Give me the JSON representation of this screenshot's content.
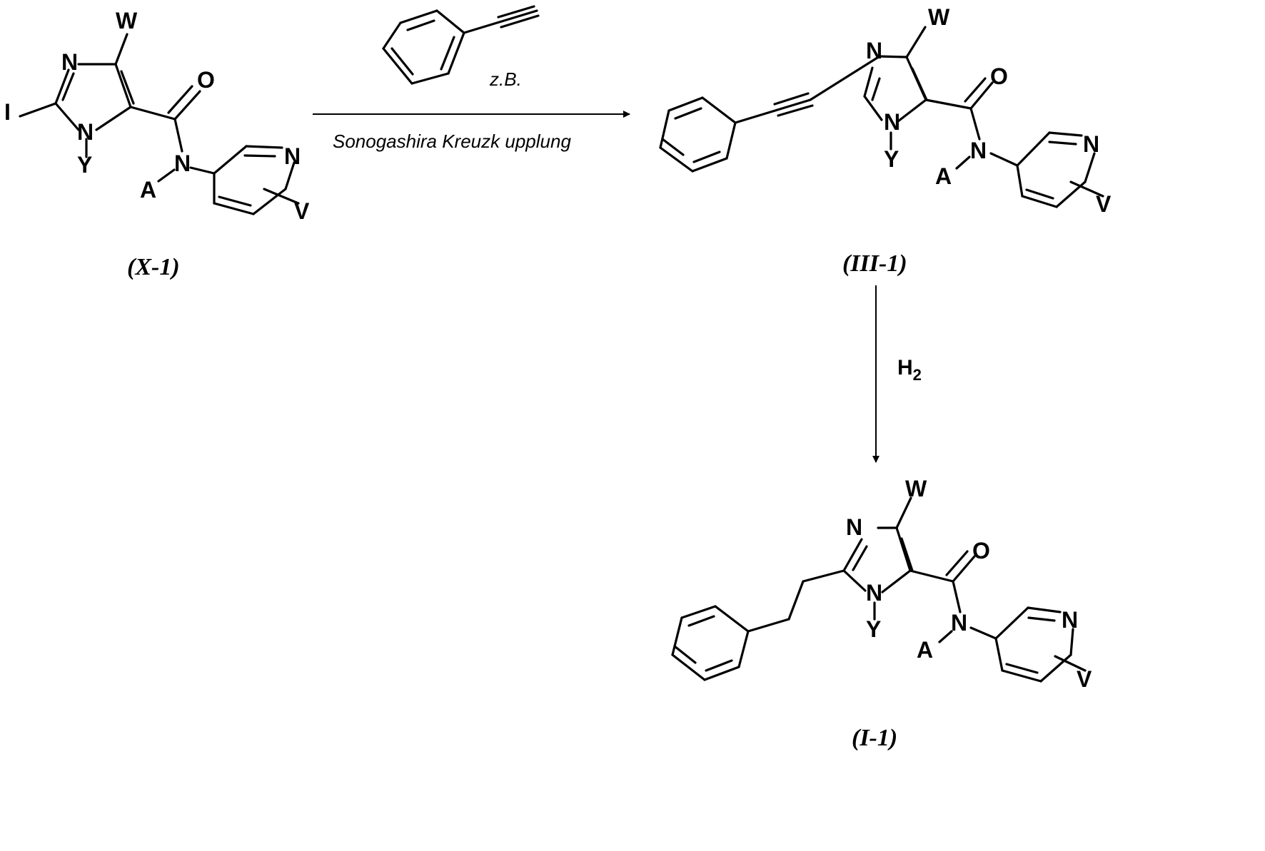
{
  "atoms": {
    "W": "W",
    "N": "N",
    "O": "O",
    "I": "I",
    "Y": "Y",
    "A": "A",
    "V": "V",
    "H": "H",
    "two": "2"
  },
  "reaction1": {
    "reagent_note": "z.B.",
    "condition": "Sonogashira Kreuzk upplung"
  },
  "reaction2": {
    "reagent": "H",
    "reagent_sub": "2"
  },
  "compounds": {
    "start": "(X-1)",
    "intermediate": "(III-1)",
    "product": "(I-1)"
  }
}
